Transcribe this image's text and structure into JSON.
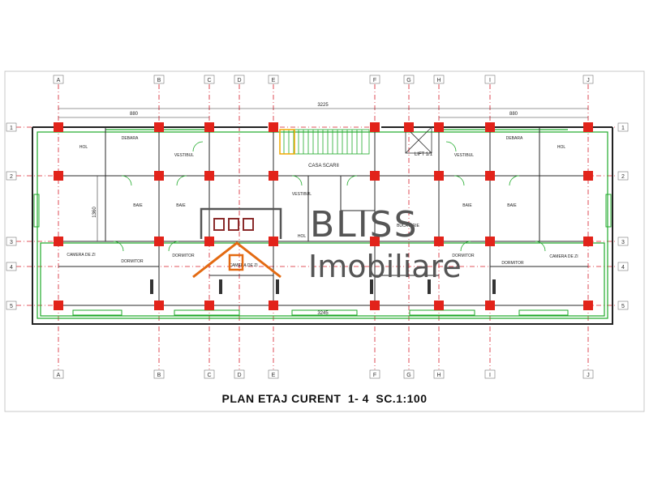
{
  "colors": {
    "grid": "#d61f2a",
    "column": "#e2231a",
    "wall_green": "#1faa2a",
    "wall_dark": "#222222",
    "orange": "#e36a12",
    "logo_gray": "#555555"
  },
  "axes_letters": [
    "A",
    "B",
    "C",
    "D",
    "E",
    "F",
    "G",
    "H",
    "I",
    "J"
  ],
  "axes_numbers": [
    "1",
    "2",
    "3",
    "4",
    "5"
  ],
  "dimensions": {
    "top_total": "3225",
    "top_left": "880",
    "top_right": "880",
    "bottom_total": "3245",
    "left_side": "1360"
  },
  "rooms": {
    "hol_left": "HOL",
    "debara_left": "DEBARA",
    "vestibul_left": "VESTIBUL",
    "baie_left_1": "BAIE",
    "baie_left_2": "BAIE",
    "camera_left": "CAMERA DE ZI",
    "dormitor_left_1": "DORMITOR",
    "dormitor_left_2": "DORMITOR",
    "casa_scarii": "CASA SCARII",
    "lift": "LIFT 1/1",
    "vestibul_center": "VESTIBUL",
    "bucatarie_center": "BUCATARIE",
    "hol_center": "HOL",
    "camera_center": "CAMERA DE ZI",
    "vestibul_right": "VESTIBUL",
    "debara_right": "DEBARA",
    "hol_right": "HOL",
    "baie_right_1": "BAIE",
    "baie_right_2": "BAIE",
    "dormitor_right_1": "DORMITOR",
    "dormitor_right_2": "DORMITOR",
    "camera_right": "CAMERA DE ZI"
  },
  "logo": {
    "word1": "BLISS",
    "word2": "Imobiliare"
  },
  "caption": {
    "title": "PLAN ETAJ CURENT",
    "floors": "1- 4",
    "scale": "SC.1:100"
  }
}
